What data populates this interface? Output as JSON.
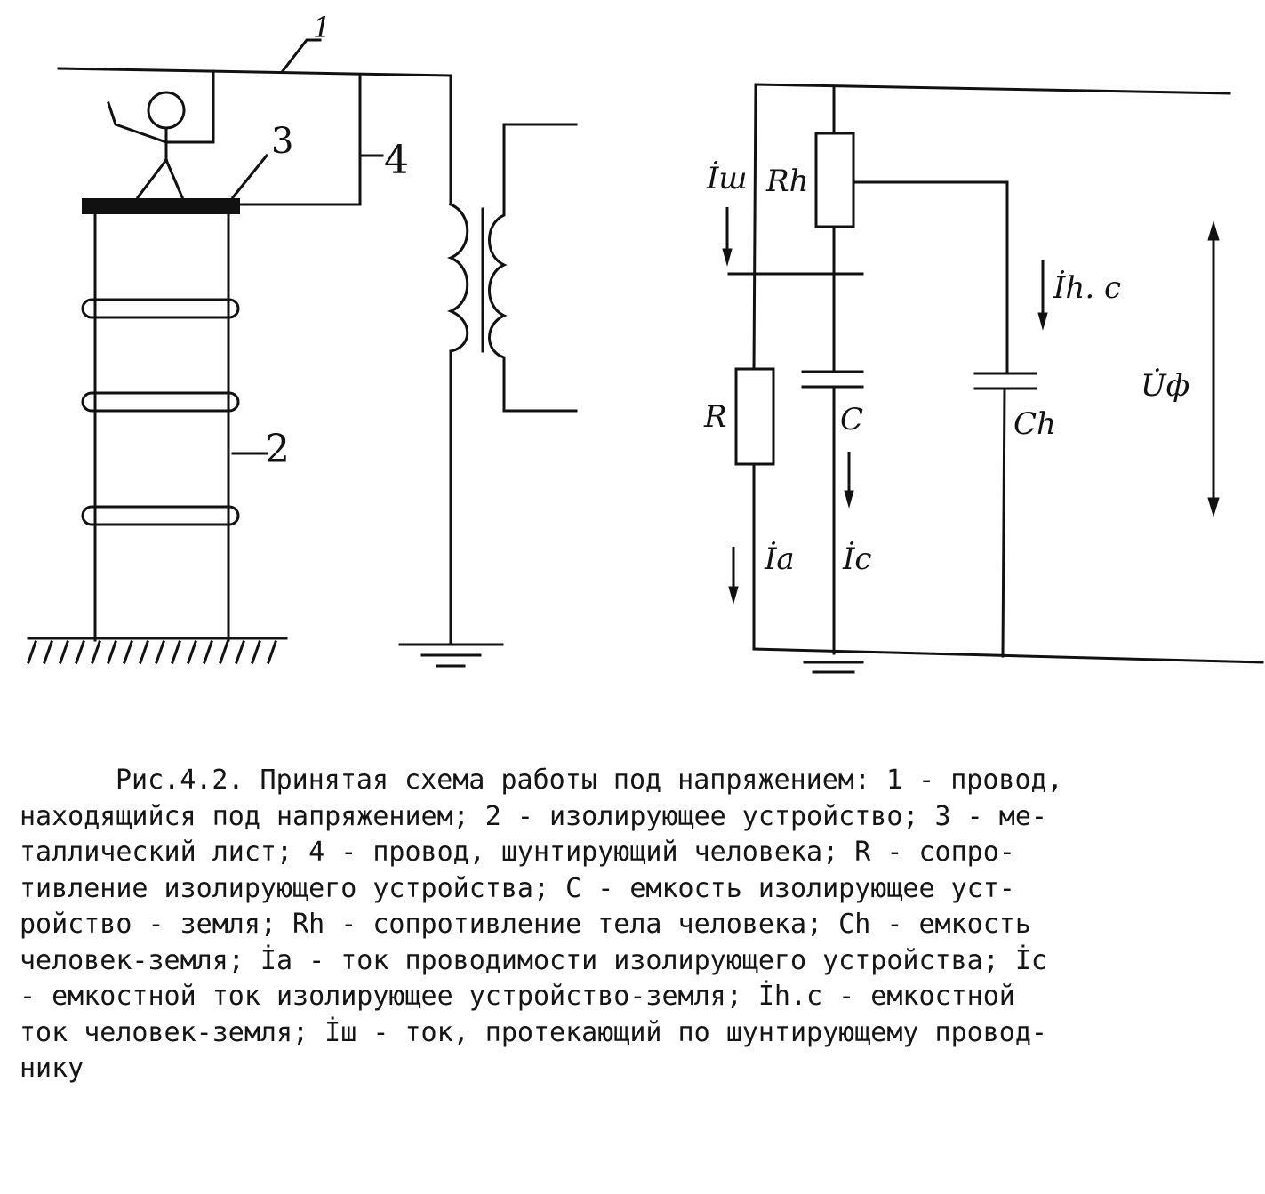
{
  "figure": {
    "left_labels": {
      "wire": "1",
      "insulator": "2",
      "plate": "3",
      "shunt": "4"
    },
    "right_labels": {
      "i_sh": "İш",
      "R_h": "Rh",
      "i_hc": "İh. c",
      "U_f": "U̇ф",
      "R": "R",
      "C": "C",
      "C_h": "Ch",
      "i_a": "İa",
      "i_c": "İc"
    }
  },
  "caption": {
    "lines": [
      "Рис.4.2. Принятая схема работы под напряжением: 1 - провод,",
      "находящийся под напряжением; 2 - изолирующее устройство; 3 - ме-",
      "таллический лист;  4 - провод,  шунтирующий человека; R - сопро-",
      "тивление изолирующего устройства;  C - емкость изолирующее  уст-",
      "ройство - земля;  Rh - сопротивление тела человека; Ch - емкость",
      "человек-земля; İa - ток проводимости изолирующего устройства; İc",
      "-  емкостной ток изолирующее устройство-земля;  İh.c - емкостной",
      "ток человек-земля; İш - ток, протекающий по шунтирующему провод-",
      "нику"
    ]
  }
}
